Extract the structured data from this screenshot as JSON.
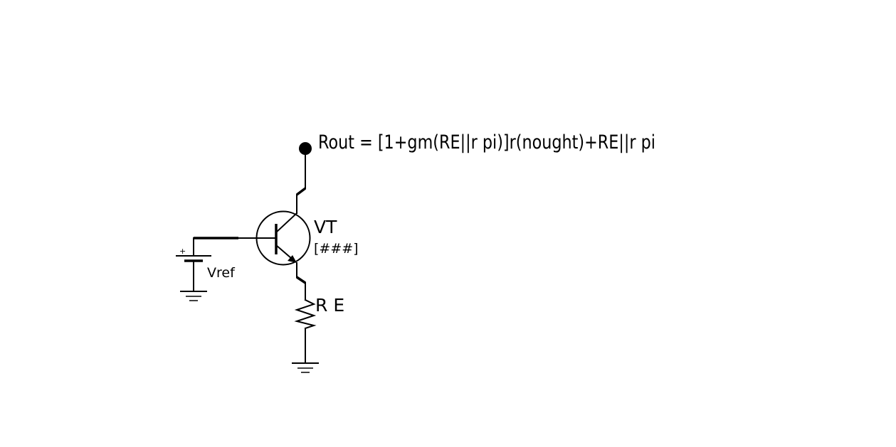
{
  "diagram": {
    "formula": "Rout = [1+gm(RE||r pi)]r(nought)+RE||r pi",
    "transistor": {
      "designator": "VT",
      "value": "[###]"
    },
    "emitter_resistor": {
      "designator": "R E"
    },
    "voltage_source": {
      "designator": "Vref",
      "polarity_mark": "+"
    }
  }
}
